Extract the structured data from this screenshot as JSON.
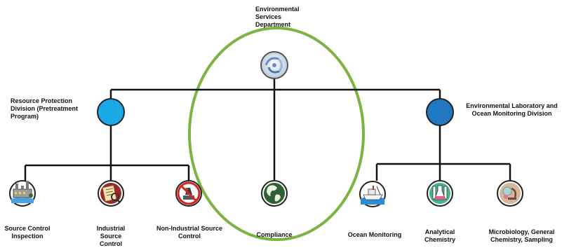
{
  "diagram": {
    "root": {
      "label": "Environmental Services Department",
      "lines": [
        "Environmental",
        "Services",
        "Department"
      ]
    },
    "divisions": [
      {
        "id": "rpd",
        "label": "Resource Protection Division (Pretreatment Program)",
        "lines": [
          "Resource Protection",
          "Division (Pretreatment",
          "Program)"
        ],
        "color": "#1aa8e6"
      },
      {
        "id": "elomd",
        "label": "Environmental Laboratory and Ocean Monitoring Division",
        "lines": [
          "Environmental Laboratory and",
          "Ocean Monitoring Division"
        ],
        "color": "#1f78c1"
      }
    ],
    "programs": [
      {
        "id": "sci",
        "division": "rpd",
        "lines": [
          "Source Control",
          "Inspection"
        ],
        "icon": "factory-inspection-icon"
      },
      {
        "id": "isc",
        "division": "rpd",
        "lines": [
          "Industrial",
          "Source",
          "Control"
        ],
        "icon": "inspection-checklist-icon"
      },
      {
        "id": "nisc",
        "division": "rpd",
        "lines": [
          "Non-Industrial Source",
          "Control"
        ],
        "icon": "no-dumping-sign-icon"
      },
      {
        "id": "comp",
        "division": "root",
        "lines": [
          "Compliance"
        ],
        "icon": "globe-icon"
      },
      {
        "id": "om",
        "division": "elomd",
        "lines": [
          "Ocean Monitoring"
        ],
        "icon": "research-vessel-icon"
      },
      {
        "id": "ac",
        "division": "elomd",
        "lines": [
          "Analytical",
          "Chemistry"
        ],
        "icon": "lab-flask-icon"
      },
      {
        "id": "mgcs",
        "division": "elomd",
        "lines": [
          "Microbiology, General",
          "Chemistry, Sampling"
        ],
        "icon": "microscope-icon"
      }
    ],
    "colors": {
      "connector": "#111111",
      "compliance_ring": "#7cb342",
      "icon_ring": "#222222"
    }
  }
}
